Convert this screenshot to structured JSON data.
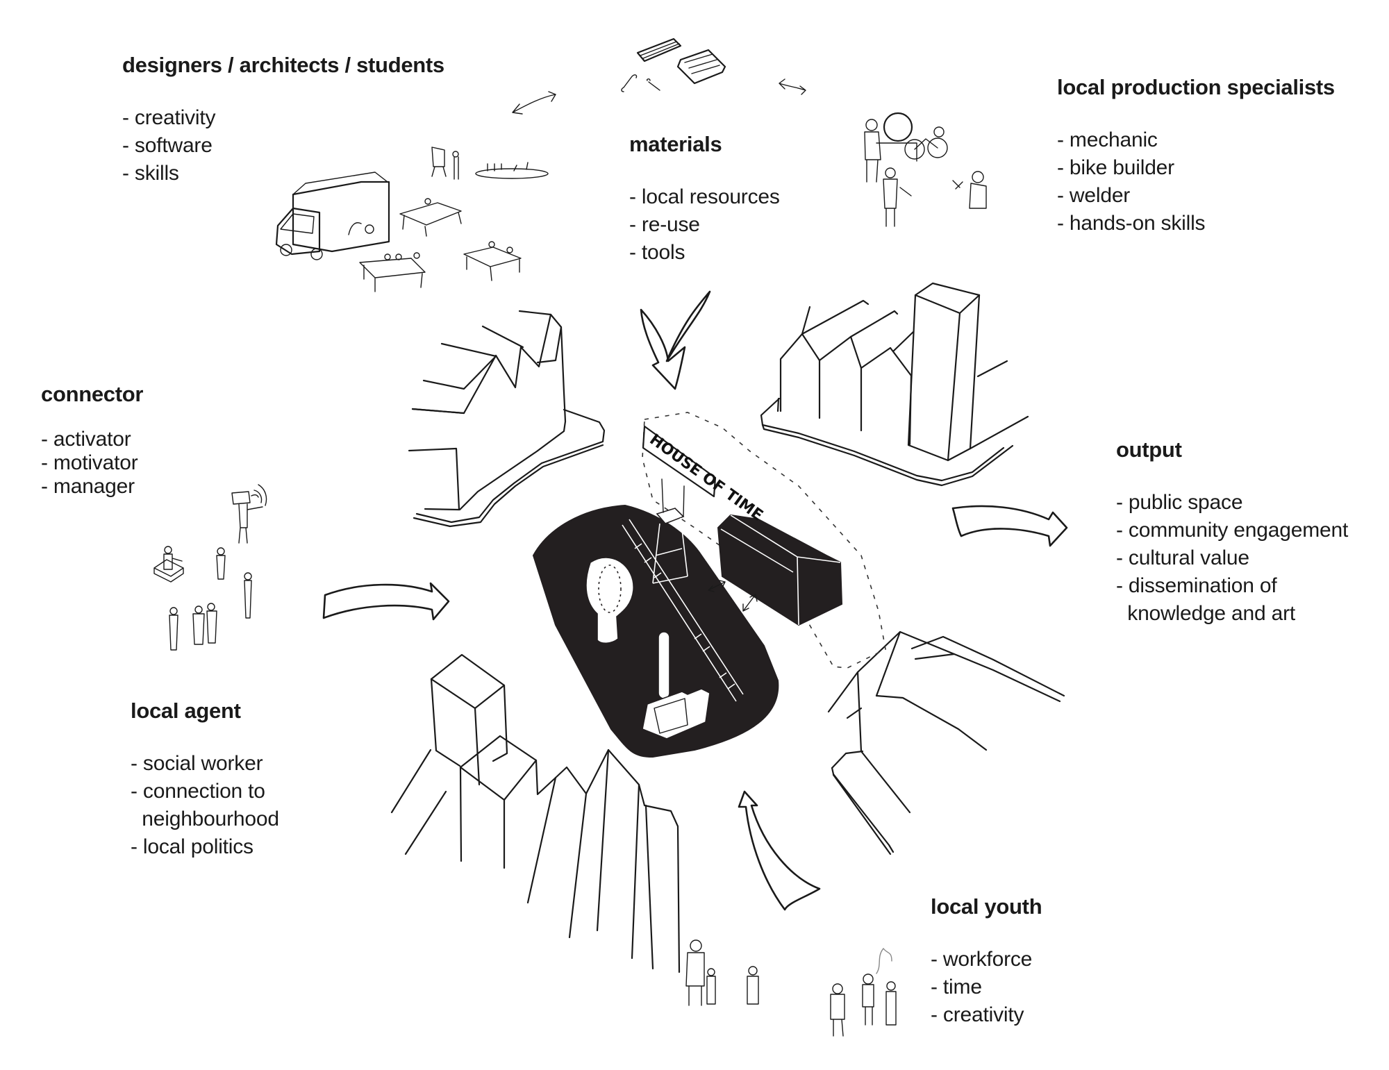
{
  "groups": {
    "designers": {
      "title": "designers / architects / students",
      "items": [
        "- creativity",
        "- software",
        "- skills"
      ]
    },
    "materials": {
      "title": "materials",
      "items": [
        "- local resources",
        "- re-use",
        "- tools"
      ]
    },
    "specialists": {
      "title": "local production specialists",
      "items": [
        "- mechanic",
        "- bike builder",
        "- welder",
        "- hands-on skills"
      ]
    },
    "connector": {
      "title": "connector",
      "items": [
        "- activator",
        "- motivator",
        "- manager"
      ]
    },
    "output": {
      "title": "output",
      "items": [
        "- public space",
        "- community engagement",
        "- cultural value",
        "- dissemination of",
        "  knowledge and art"
      ]
    },
    "local_agent": {
      "title": "local agent",
      "items": [
        "- social worker",
        "- connection to",
        "  neighbourhood",
        "- local politics"
      ]
    },
    "local_youth": {
      "title": "local youth",
      "items": [
        "- workforce",
        "- time",
        "- creativity"
      ]
    }
  },
  "center": {
    "sign_text": "HOUSE OF TIME"
  },
  "colors": {
    "ink": "#1a1a1a",
    "plaza": "#231f20",
    "paper": "#ffffff"
  }
}
